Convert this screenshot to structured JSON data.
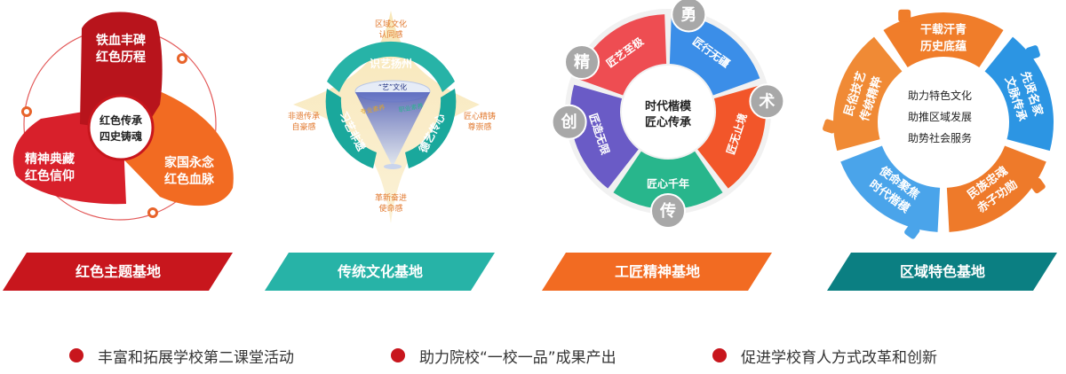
{
  "colors": {
    "red": "#d7262d",
    "orange": "#f26b22",
    "teal": "#27b3a7",
    "darkteal": "#0b7f82",
    "blue": "#3b8ee8",
    "green": "#28b68c",
    "bullet": "#c8161d"
  },
  "panel1": {
    "title": "红色主题基地",
    "center": [
      "红色传承",
      "四史铸魂"
    ],
    "top": [
      "铁血丰碑",
      "红色历程"
    ],
    "left": [
      "精神典藏",
      "红色信仰"
    ],
    "right": [
      "家国永念",
      "红色血脉"
    ]
  },
  "panel2": {
    "title": "传统文化基地",
    "top_label": [
      "区域文化",
      "认同感"
    ],
    "left_label": [
      "非遗传承",
      "自豪感"
    ],
    "right_label": [
      "匠心精铸",
      "尊崇感"
    ],
    "bottom_label": [
      "革新奋进",
      "使命感"
    ],
    "arc_top": "识艺扬州",
    "arc_left": "习艺非遗",
    "arc_right": "德艺传心",
    "center": "“艺”文化",
    "cone_left": "专业素养",
    "cone_right": "职业素养"
  },
  "panel3": {
    "title": "工匠精神基地",
    "center": [
      "时代楷模",
      "匠心传承"
    ],
    "segments": [
      "匠艺至极",
      "匠行无疆",
      "匠无止境",
      "匠心千年",
      "匠造无限"
    ],
    "badges": [
      "精",
      "勇",
      "术",
      "传",
      "创"
    ]
  },
  "panel4": {
    "title": "区域特色基地",
    "center": [
      "助力特色文化",
      "助推区域发展",
      "助势社会服务"
    ],
    "segments": [
      "干载汗青 历史底蕴",
      "先贤名家 文脉传承",
      "赤子功勋 民族忠魂",
      "时代楷模 使命聚焦",
      "民俗技艺 传统精粹"
    ]
  },
  "bullets": [
    "丰富和拓展学校第二课堂活动",
    "助力院校“一校一品”成果产出",
    "促进学校育人方式改革和创新"
  ]
}
